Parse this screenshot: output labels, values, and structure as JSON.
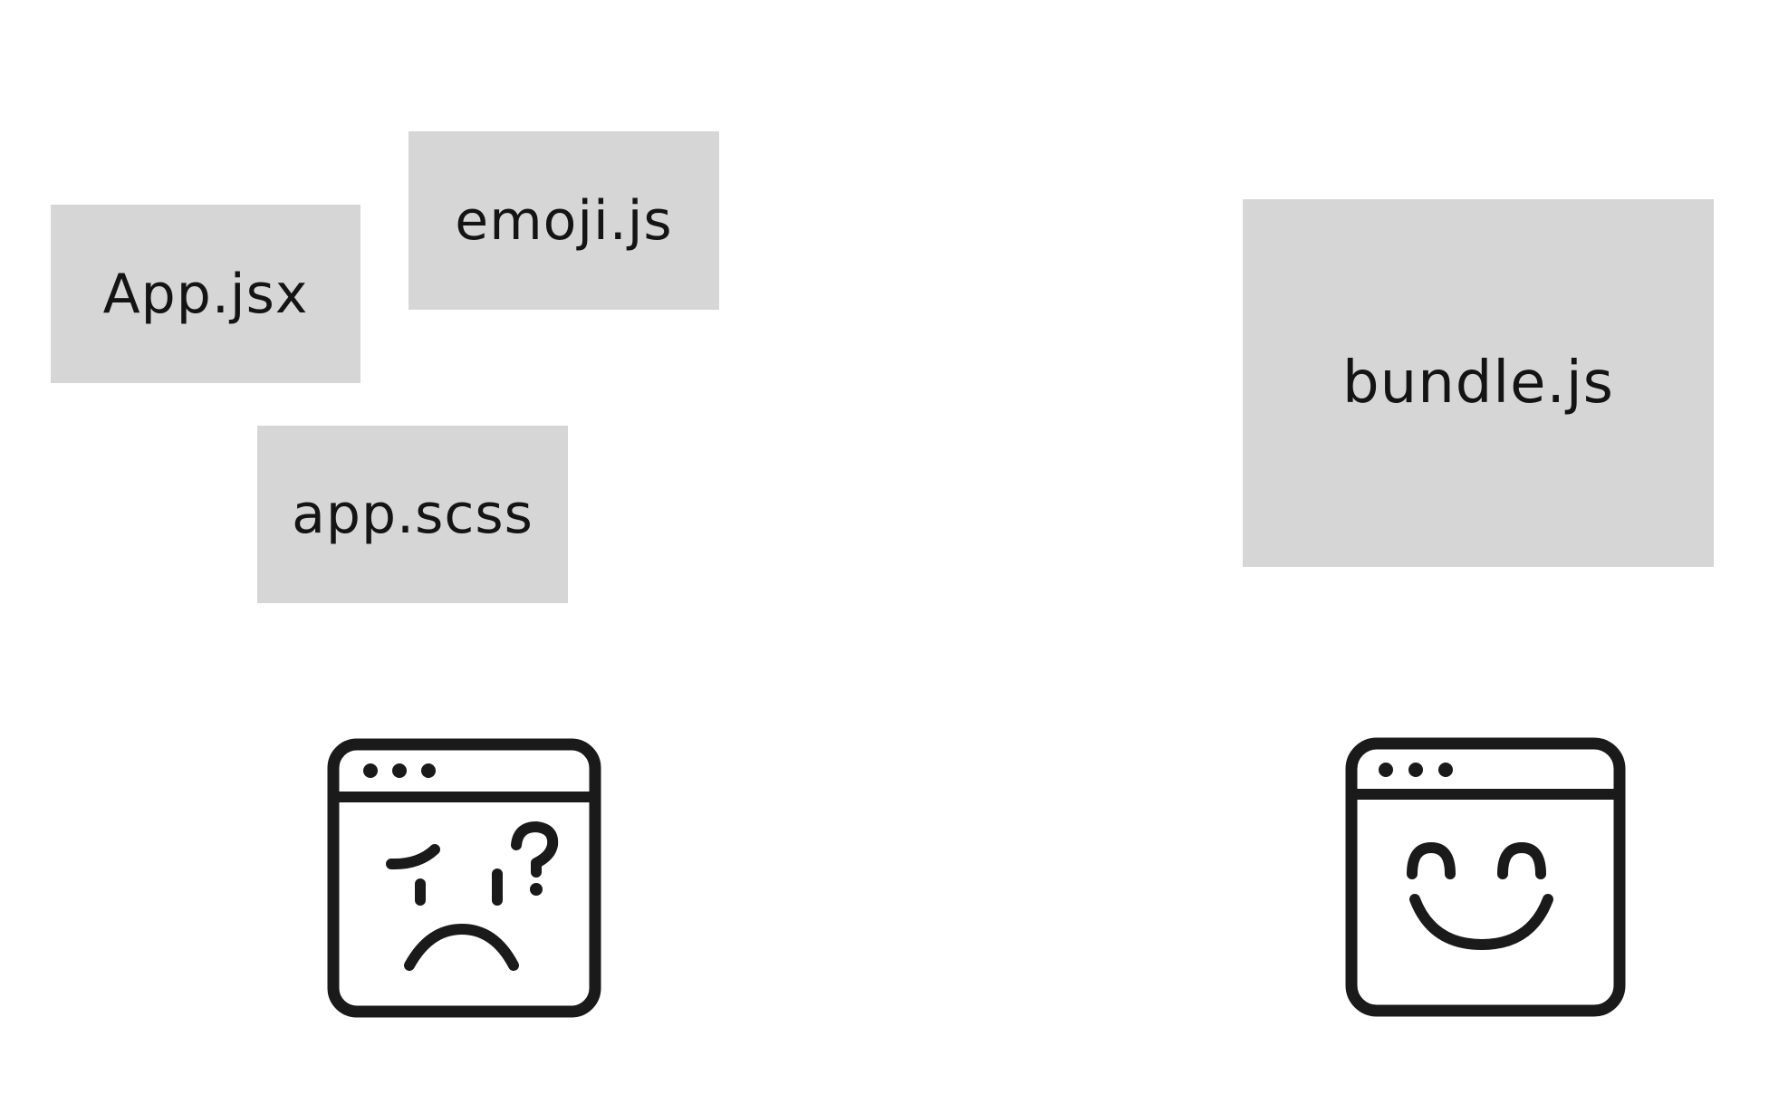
{
  "files": {
    "source": [
      {
        "name": "App.jsx"
      },
      {
        "name": "emoji.js"
      },
      {
        "name": "app.scss"
      }
    ],
    "output": {
      "name": "bundle.js"
    }
  },
  "icons": {
    "left": "confused-browser-icon",
    "right": "happy-browser-icon"
  },
  "colors": {
    "box_fill": "#d6d6d6",
    "text": "#141414",
    "icon_stroke": "#1a1a1a",
    "background": "#ffffff"
  }
}
